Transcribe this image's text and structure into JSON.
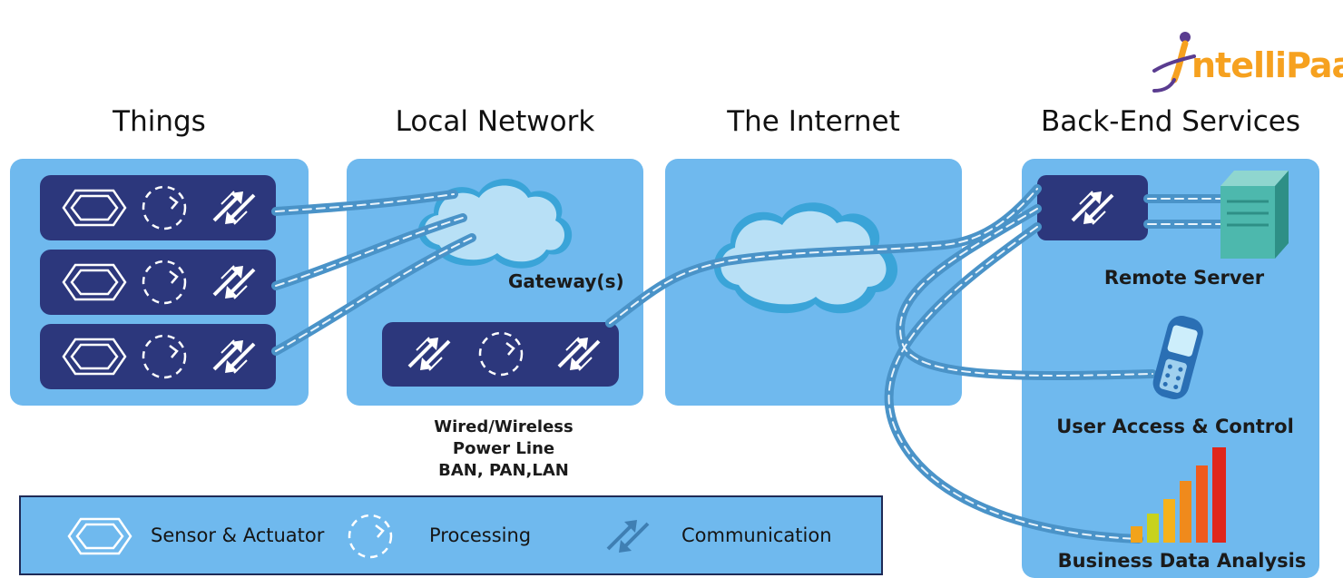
{
  "logo": {
    "text": "ntelliPaat"
  },
  "sections": {
    "things": "Things",
    "local_network": "Local Network",
    "internet": "The Internet",
    "backend": "Back-End Services"
  },
  "labels": {
    "gateway": "Gateway(s)",
    "connection_types": [
      "Wired/Wireless",
      "Power Line",
      "BAN, PAN,LAN"
    ],
    "remote_server": "Remote Server",
    "user_access": "User Access & Control",
    "business_data": "Business Data Analysis"
  },
  "legend": {
    "sensor": "Sensor & Actuator",
    "processing": "Processing",
    "communication": "Communication"
  },
  "colors": {
    "panel": "#6fb9ee",
    "strip": "#2c377c",
    "link": "#4a93c8",
    "logo_orange": "#f6a11f",
    "logo_purple": "#5a3c90"
  }
}
